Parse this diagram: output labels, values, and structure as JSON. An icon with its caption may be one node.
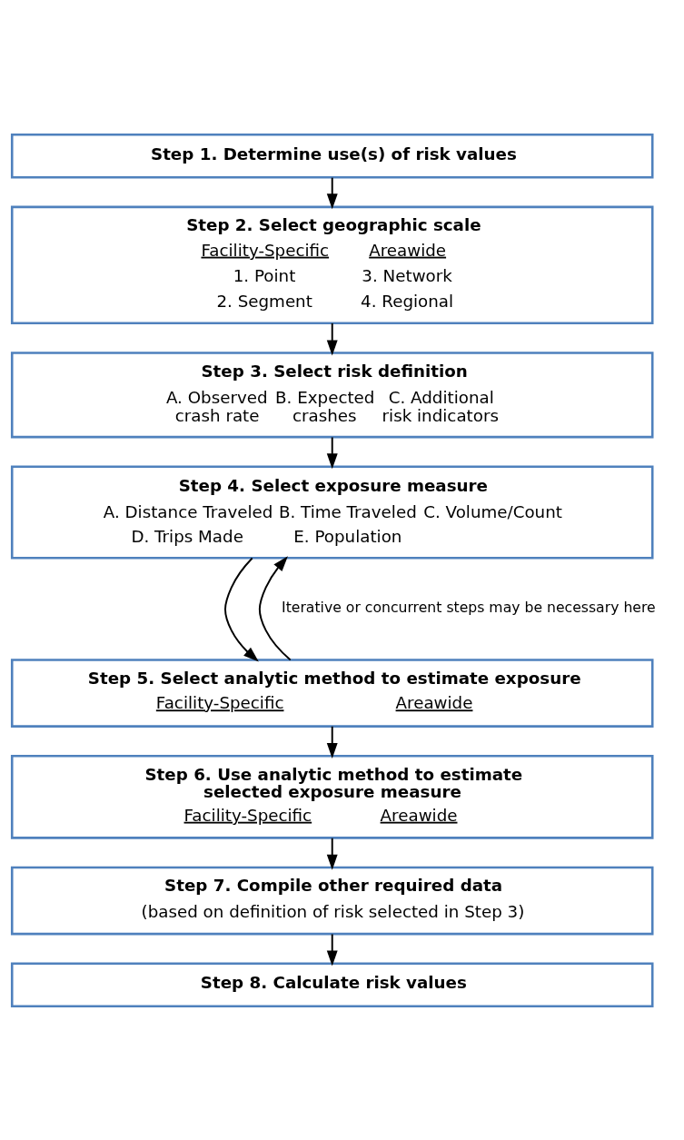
{
  "diagram": {
    "nodes": [
      {
        "text": [
          "Step 1. Determine use(s) of risk values"
        ]
      },
      {
        "text": [
          "Step 2. Select geographic scale",
          "Facility-Specific",
          "1. Point",
          "2. Segment",
          "Areawide",
          "3. Network",
          "4. Regional"
        ]
      },
      {
        "text": [
          "Step 3. Select risk definition",
          "A. Observed crash rate",
          "B. Expected crashes",
          "C. Additional risk indicators"
        ]
      },
      {
        "text": [
          "Step 4. Select exposure measure",
          "A. Distance Traveled",
          "B. Time Traveled",
          "C. Volume/Count",
          "D. Trips Made",
          "E. Population"
        ]
      },
      {
        "text": [
          "Step 5. Select analytic method to estimate exposure",
          "Facility-Specific",
          "Areawide"
        ]
      },
      {
        "text": [
          "Step 6. Use analytic method to estimate selected exposure measure",
          "Facility-Specific",
          "Areawide"
        ]
      },
      {
        "text": [
          "Step 7. Compile other required data",
          "(based on definition of risk selected in Step 3)"
        ]
      },
      {
        "text": [
          "Step 8. Calculate risk values"
        ]
      }
    ],
    "edges": [
      {
        "from": 0,
        "to": 1,
        "arrow": "to"
      },
      {
        "from": 1,
        "to": 2,
        "arrow": "to"
      },
      {
        "from": 2,
        "to": 3,
        "arrow": "to"
      },
      {
        "from": 3,
        "to": 4,
        "arrow": "to"
      },
      {
        "from": 4,
        "to": 3,
        "arrow": "to"
      },
      {
        "from": 4,
        "to": 5,
        "arrow": "to"
      },
      {
        "from": 5,
        "to": 6,
        "arrow": "to"
      },
      {
        "from": 6,
        "to": 7,
        "arrow": "to"
      }
    ],
    "labels": [
      "Iterative or concurrent steps may be necessary here"
    ]
  }
}
